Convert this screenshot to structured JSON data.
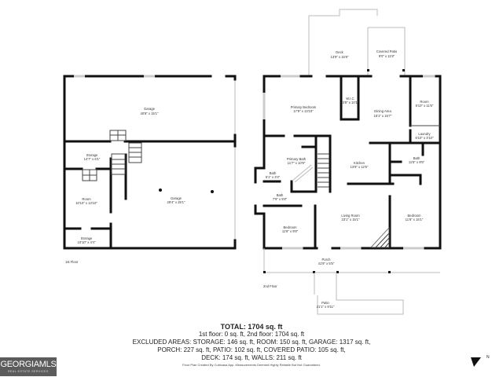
{
  "floor1": {
    "label": "1st Floor",
    "rooms": [
      {
        "name": "Garage",
        "dims": "40'8\" x 15'1\""
      },
      {
        "name": "Storage",
        "dims": "14'7\" x 6'1\""
      },
      {
        "name": "Room",
        "dims": "10'10\" x 13'10\""
      },
      {
        "name": "Garage",
        "dims": "29'4\" x 25'1\""
      },
      {
        "name": "Storage",
        "dims": "10'10\" x 4'4\""
      }
    ]
  },
  "floor2": {
    "label": "2nd Floor",
    "rooms": [
      {
        "name": "Deck",
        "dims": "13'9\" x 15'8\""
      },
      {
        "name": "Covered Patio",
        "dims": "9'0\" x 11'8\""
      },
      {
        "name": "Primary Bedroom",
        "dims": "17'9\" x 13'10\""
      },
      {
        "name": "W.I.C.",
        "dims": "3'9\" x 10'1\""
      },
      {
        "name": "Dining Area",
        "dims": "16'1\" x 15'7\""
      },
      {
        "name": "Room",
        "dims": "6'10\" x 11'5\""
      },
      {
        "name": "Laundry",
        "dims": "6'10\" x 3'10\""
      },
      {
        "name": "Primary Bath",
        "dims": "11'7\" x 10'9\""
      },
      {
        "name": "Kitchen",
        "dims": "13'9\" x 12'5\""
      },
      {
        "name": "Bath",
        "dims": "11'8\" x 9'5\""
      },
      {
        "name": "Bath",
        "dims": "5'1\" x 3'4\""
      },
      {
        "name": "Bath",
        "dims": "7'9\" x 5'8\""
      },
      {
        "name": "Living Room",
        "dims": "23'1\" x 15'1\""
      },
      {
        "name": "Bedroom",
        "dims": "11'8\" x 15'1\""
      },
      {
        "name": "Bedroom",
        "dims": "11'8\" x 9'8\""
      },
      {
        "name": "Porch",
        "dims": "41'9\" x 5'5\""
      },
      {
        "name": "Patio",
        "dims": "21'1\" x 9'11\""
      }
    ]
  },
  "summary": {
    "total": "TOTAL: 1704 sq. ft",
    "floors": "1st floor: 0 sq. ft, 2nd floor: 1704 sq. ft",
    "excluded1": "EXCLUDED AREAS: STORAGE: 146 sq. ft, ROOM: 150 sq. ft, GARAGE: 1317 sq. ft,",
    "excluded2": "PORCH: 227 sq. ft, PATIO: 102 sq. ft, COVERED PATIO: 105 sq. ft,",
    "excluded3": "DECK: 174 sq. ft, WALLS: 211 sq. ft",
    "credit": "Floor Plan Created By Cubicasa App. Measurements Deemed Highly Reliable But Not Guaranteed."
  },
  "logo": {
    "main": "GEORGIAMLS",
    "sub": "REAL ESTATE SERVICES"
  },
  "compass": {
    "icon": "north-arrow-icon",
    "label": "N"
  }
}
